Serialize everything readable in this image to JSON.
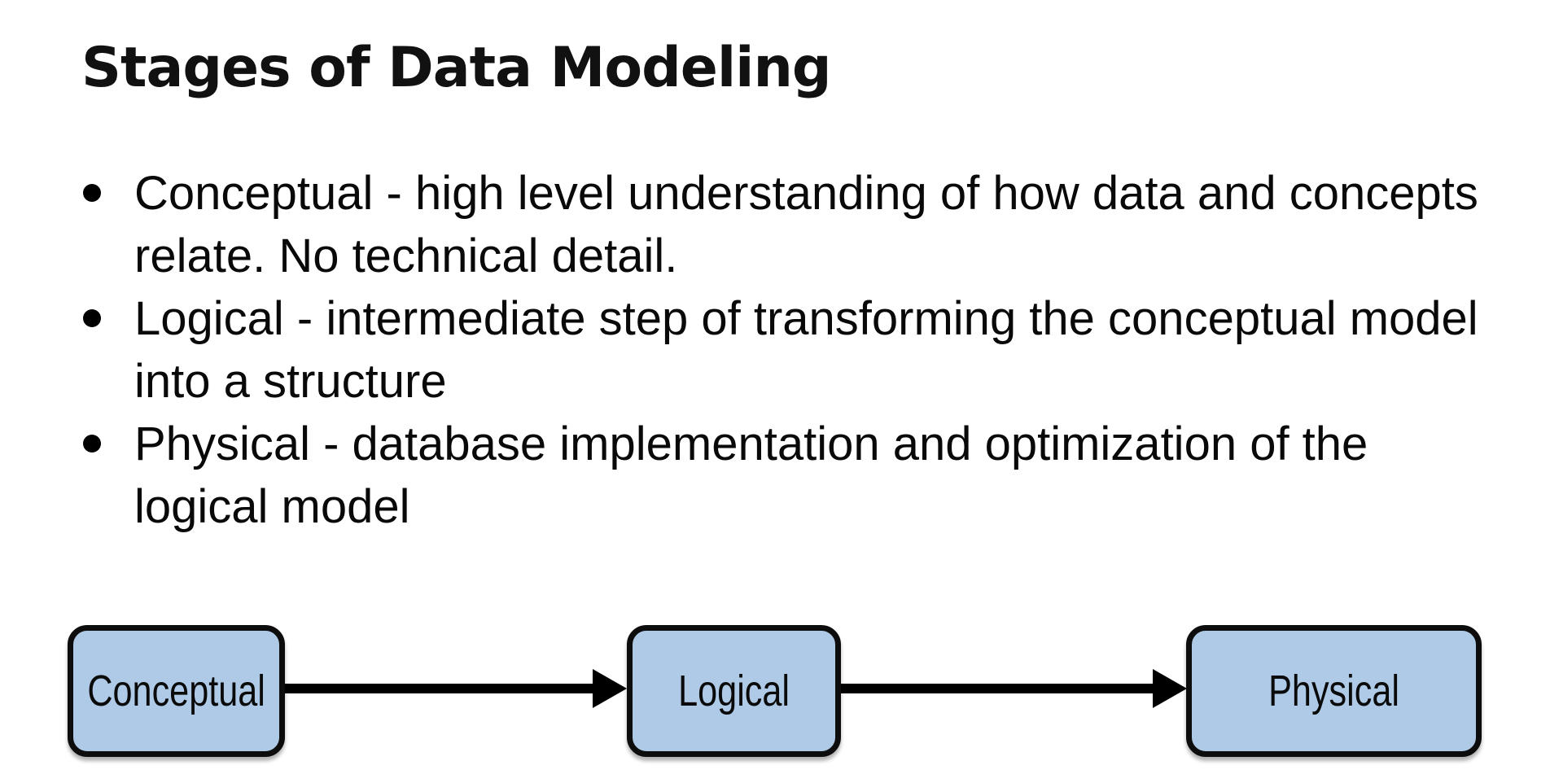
{
  "slide": {
    "title": "Stages of Data Modeling",
    "bullets": [
      {
        "lines": [
          "Conceptual - high level understanding of how data and concepts",
          "relate. No technical detail."
        ]
      },
      {
        "lines": [
          "Logical - intermediate step of transforming the conceptual model",
          "into a structure"
        ]
      },
      {
        "lines": [
          "Physical - database implementation and optimization of the",
          "logical model"
        ]
      }
    ]
  },
  "diagram": {
    "nodes": [
      {
        "label": "Conceptual"
      },
      {
        "label": "Logical"
      },
      {
        "label": "Physical"
      }
    ],
    "colors": {
      "node_fill": "#aecae6",
      "node_border": "#0d0d0d",
      "arrow": "#000000",
      "text": "#000000"
    }
  }
}
